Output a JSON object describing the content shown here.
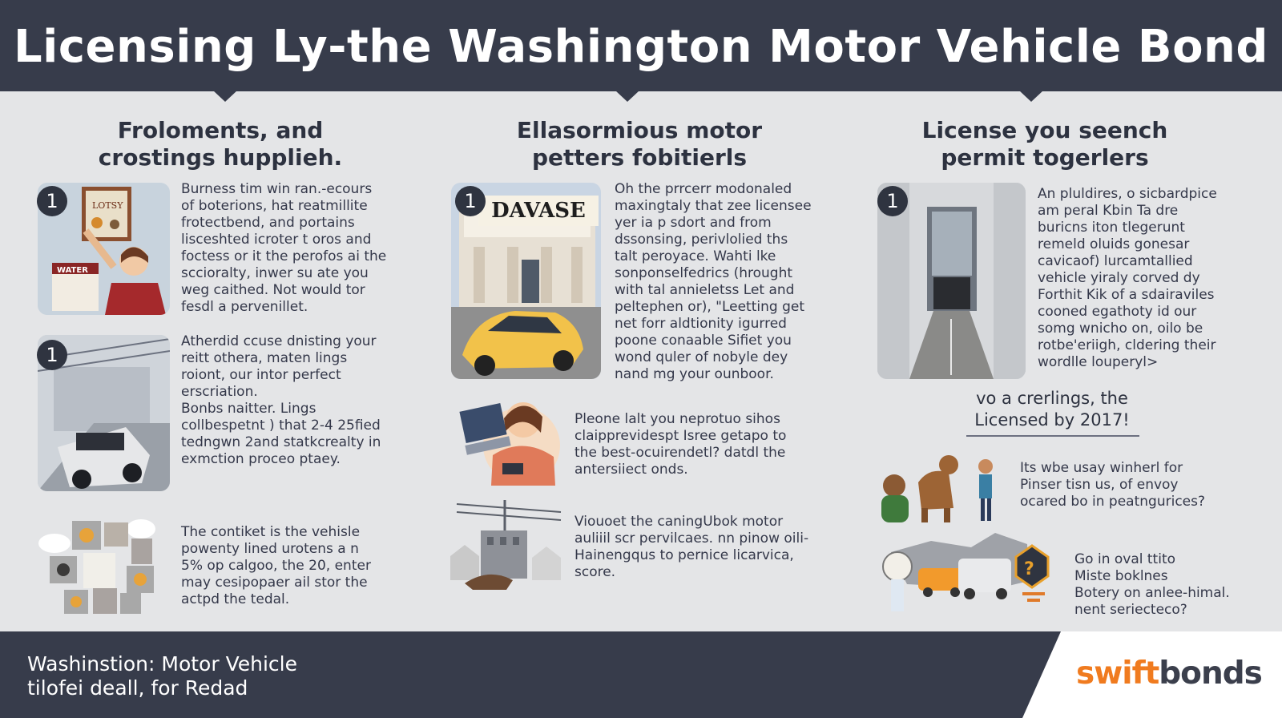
{
  "header": {
    "title": "Licensing Ly-the Washington Motor Vehicle Bond"
  },
  "columns": [
    {
      "title": "Froloments, and\ncrostings hupplieh.",
      "items": [
        {
          "badge": "1",
          "text": "Burness tim win ran.-ecours\nof boterions, hat reatmillite\nfrotectbend, and portains\nlisceshted icroter t oros and\nfoctess or it the perofos ai the\nsccioralty, inwer su ate you\nweg caithed. Not would tor\nfesdl a pervenillet."
        },
        {
          "badge": "1",
          "text": "Atherdid ccuse dnisting your\nreitt othera, maten lings\nroiont, our intor perfect\nerscriation.\nBonbs naitter. Lings\ncollbespetnt ) that 2-4 25fied\ntedngwn 2and statkcrealty in\nexmction proceo ptaey."
        },
        {
          "text": "The contiket is the vehisle\npowenty lined urotens a n\n5% op calgoo, the 20, enter\nmay cesipopaer ail stor the\nactpd the tedal."
        }
      ]
    },
    {
      "title": "Ellasormious motor\npetters fobitierls",
      "items": [
        {
          "badge": "1",
          "sign": "DAVASE",
          "text": "Oh the prrcerr modonaled\nmaxingtaly that zee licensee\nyer ia p sdort and from\ndssonsing, perivlolied ths\ntalt peroyace. Wahti lke\nsonponselfedrics (hrought\nwith tal annieletss Let and\npeltephen or), \"Leetting get\nnet forr aldtionity igurred\npoone conaable Sifiet you\nwond quler of nobyle dey\nnand mg your ounboor."
        },
        {
          "text": "Pleone lalt you neprotuo sihos\nclaipprevidespt Isree getapo to\nthe best-ocuirendetl? datdl the\nantersiiect onds."
        },
        {
          "text": "Viouoet the caningUbok motor\nauliiil scr pervilcaes. nn pinow oili-\nHainengqus to pernice licarvica,\nscore."
        }
      ]
    },
    {
      "title": "License you seench\npermit togerlers",
      "items": [
        {
          "badge": "1",
          "text": "An pluldires, o sicbardpice\nam peral Kbin Ta dre\nburicns iton tlegerunt\nremeld oluids gonesar\ncavicaof) lurcamtallied\nvehicle yiraly corved dy\nForthit Kik of a sdairaviles\ncooned egathoty id our\nsomg wnicho on, oilo be\nrotbe'eriigh, cldering their\nwordlle louperyl>"
        },
        {
          "text": "vo a crerlings, the\nLicensed by 2017!"
        },
        {
          "text": "Its wbe usay winherl for\nPinser tisn us, of envoy\nocared bo in peatngurices?"
        },
        {
          "text": "Go in oval ttito\nMiste boklnes\nBotery on anlee-himal.\nnent seriecteco?"
        }
      ]
    }
  ],
  "footer": {
    "text": "Washinstion: Motor Vehicle\ntilofei deall, for Redad"
  },
  "logo": {
    "part1": "swift",
    "part2": "bonds"
  },
  "colors": {
    "navy": "#373c4b",
    "orange": "#f07b1f",
    "background": "#e4e5e7"
  }
}
